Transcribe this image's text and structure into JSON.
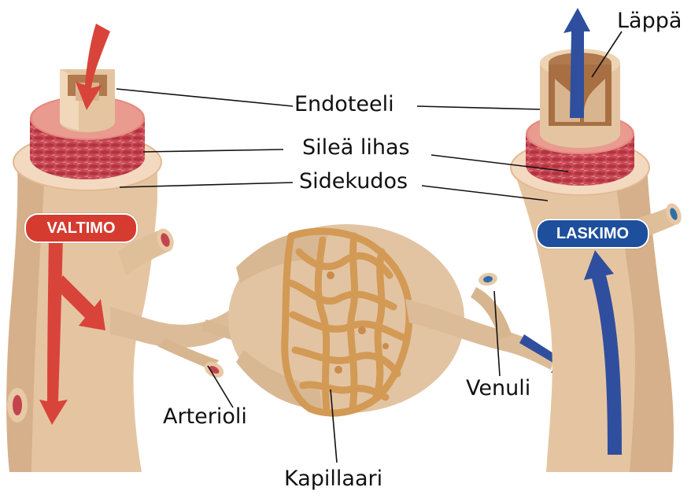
{
  "labels": {
    "endothelium": "Endoteeli",
    "smooth_muscle": "Sileä lihas",
    "connective_tissue": "Sidekudos",
    "valve": "Läppä",
    "arteriole": "Arterioli",
    "venule": "Venuli",
    "capillary": "Kapillaari"
  },
  "badges": {
    "artery": {
      "text": "VALTIMO",
      "color": "#d63b2f"
    },
    "vein": {
      "text": "LASKIMO",
      "color": "#1d4f9c"
    }
  },
  "colors": {
    "vessel_tan": "#e8c9a6",
    "vessel_shade": "#d2ab86",
    "muscle": "#c94a55",
    "capillary": "#d39a55",
    "arterial_flow": "#d9443a",
    "venous_flow": "#2f4f9e"
  }
}
